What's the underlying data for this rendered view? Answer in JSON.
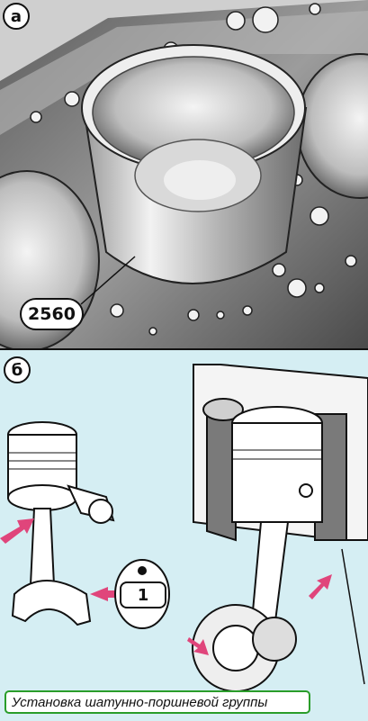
{
  "panels": {
    "a": {
      "label": "а",
      "callout": "2560"
    },
    "b": {
      "label": "б",
      "callout": "1"
    }
  },
  "caption": "Установка шатунно-поршневой группы",
  "colors": {
    "arrow": "#e0457b",
    "panel_b_background": "#d5eef3",
    "caption_border": "#2a9d2a"
  }
}
